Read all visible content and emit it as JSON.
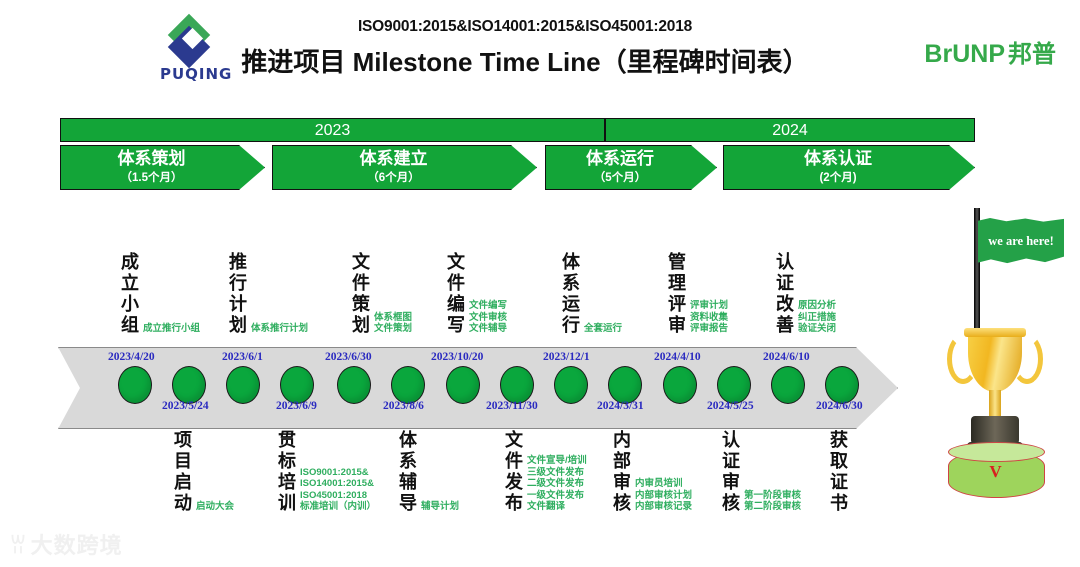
{
  "header": {
    "left_logo": {
      "wordmark": "PUQING",
      "icon": "puqing-diamond-logo"
    },
    "subtitle": "ISO9001:2015&ISO14001:2015&ISO45001:2018",
    "title": "推进项目 Milestone Time Line（里程碑时间表）",
    "right_logo": {
      "latin": "BrUNP",
      "cn": "邦普"
    }
  },
  "years": [
    {
      "label": "2023"
    },
    {
      "label": "2024"
    }
  ],
  "phases": [
    {
      "name": "体系策划",
      "duration": "（1.5个月）"
    },
    {
      "name": "体系建立",
      "duration": "（6个月）"
    },
    {
      "name": "体系运行",
      "duration": "（5个月）"
    },
    {
      "name": "体系认证",
      "duration": "(2个月)"
    }
  ],
  "milestones_top": [
    {
      "title": "成立小组",
      "subs": "成立推行小组"
    },
    {
      "title": "推行计划",
      "subs": "体系推行计划"
    },
    {
      "title": "文件策划",
      "subs": "体系框图\n文件策划"
    },
    {
      "title": "文件编写",
      "subs": "文件编写\n文件审核\n文件辅导"
    },
    {
      "title": "体系运行",
      "subs": "全套运行"
    },
    {
      "title": "管理评审",
      "subs": "评审计划\n资料收集\n评审报告"
    },
    {
      "title": "认证改善",
      "subs": "原因分析\n纠正措施\n验证关闭"
    }
  ],
  "milestones_bottom": [
    {
      "title": "项目启动",
      "subs": "启动大会"
    },
    {
      "title": "贯标培训",
      "subs": "ISO9001:2015&\nISO14001:2015&\nISO45001:2018\n标准培训（内训）"
    },
    {
      "title": "体系辅导",
      "subs": "辅导计划"
    },
    {
      "title": "文件发布",
      "subs": "文件宣导/培训\n三级文件发布\n二级文件发布\n一级文件发布\n文件翻译"
    },
    {
      "title": "内部审核",
      "subs": "内审员培训\n内部审核计划\n内部审核记录"
    },
    {
      "title": "认证审核",
      "subs": "第一阶段审核\n第二阶段审核"
    },
    {
      "title": "获取证书",
      "subs": ""
    }
  ],
  "timeline_nodes": [
    {
      "date": "2023/4/20",
      "position": "above"
    },
    {
      "date": "2023/5/24",
      "position": "below"
    },
    {
      "date": "2023/6/1",
      "position": "above"
    },
    {
      "date": "2023/6/9",
      "position": "below"
    },
    {
      "date": "2023/6/30",
      "position": "above"
    },
    {
      "date": "2023/8/6",
      "position": "below"
    },
    {
      "date": "2023/10/20",
      "position": "above"
    },
    {
      "date": "2023/11/30",
      "position": "below"
    },
    {
      "date": "2023/12/1",
      "position": "above"
    },
    {
      "date": "2024/3/31",
      "position": "below"
    },
    {
      "date": "2024/4/10",
      "position": "above"
    },
    {
      "date": "2024/5/25",
      "position": "below"
    },
    {
      "date": "2024/6/10",
      "position": "above"
    },
    {
      "date": "2024/6/30",
      "position": "below"
    },
    {
      "date": "",
      "position": "none"
    },
    {
      "date": "",
      "position": "none"
    }
  ],
  "flag": {
    "text": "we are here!"
  },
  "trophy": {
    "mark": "V"
  },
  "watermark": {
    "text": "大数跨境",
    "glyph": "ꀕ"
  },
  "colors": {
    "brand_green": "#13a538",
    "node_green": "#0aa73d",
    "sub_green": "#2fae5f",
    "date_blue": "#2a2ac0",
    "arrow_gray": "#d9d9d9",
    "logo_blue": "#2b3a8f",
    "trophy_gold": "#f2b721",
    "podium_green": "#9ed45c",
    "v_red": "#d8201f"
  }
}
